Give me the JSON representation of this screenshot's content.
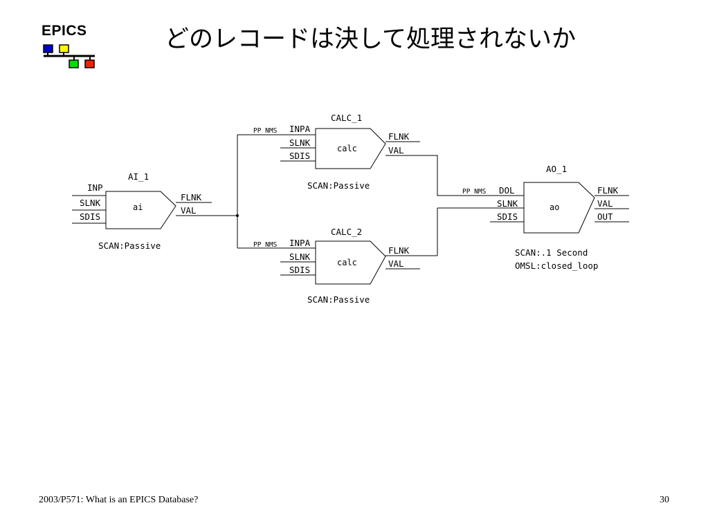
{
  "logo": {
    "text": "EPICS"
  },
  "title": "どのレコードは決して処理されないか",
  "records": {
    "ai_1": {
      "name": "AI_1",
      "type": "ai",
      "inputs": [
        "INP",
        "SLNK",
        "SDIS"
      ],
      "outputs": [
        "FLNK",
        "VAL"
      ],
      "scan": "SCAN:Passive"
    },
    "calc_1": {
      "name": "CALC_1",
      "type": "calc",
      "inputs": [
        "INPA",
        "SLNK",
        "SDIS"
      ],
      "outputs": [
        "FLNK",
        "VAL"
      ],
      "scan": "SCAN:Passive"
    },
    "calc_2": {
      "name": "CALC_2",
      "type": "calc",
      "inputs": [
        "INPA",
        "SLNK",
        "SDIS"
      ],
      "outputs": [
        "FLNK",
        "VAL"
      ],
      "scan": "SCAN:Passive"
    },
    "ao_1": {
      "name": "AO_1",
      "type": "ao",
      "inputs": [
        "DOL",
        "SLNK",
        "SDIS"
      ],
      "outputs": [
        "FLNK",
        "VAL",
        "OUT"
      ],
      "scan": "SCAN:.1 Second",
      "omsl": "OMSL:closed_loop"
    }
  },
  "links": {
    "calc_1_inpa": "PP NMS",
    "calc_2_inpa": "PP NMS",
    "ao_1_dol": "PP NMS"
  },
  "colors": {
    "blue": "#0000cc",
    "yellow": "#ffff00",
    "green": "#00dd00",
    "red": "#ee2200"
  },
  "footer": {
    "left": "2003/P571: What is an EPICS Database?",
    "page": "30"
  }
}
